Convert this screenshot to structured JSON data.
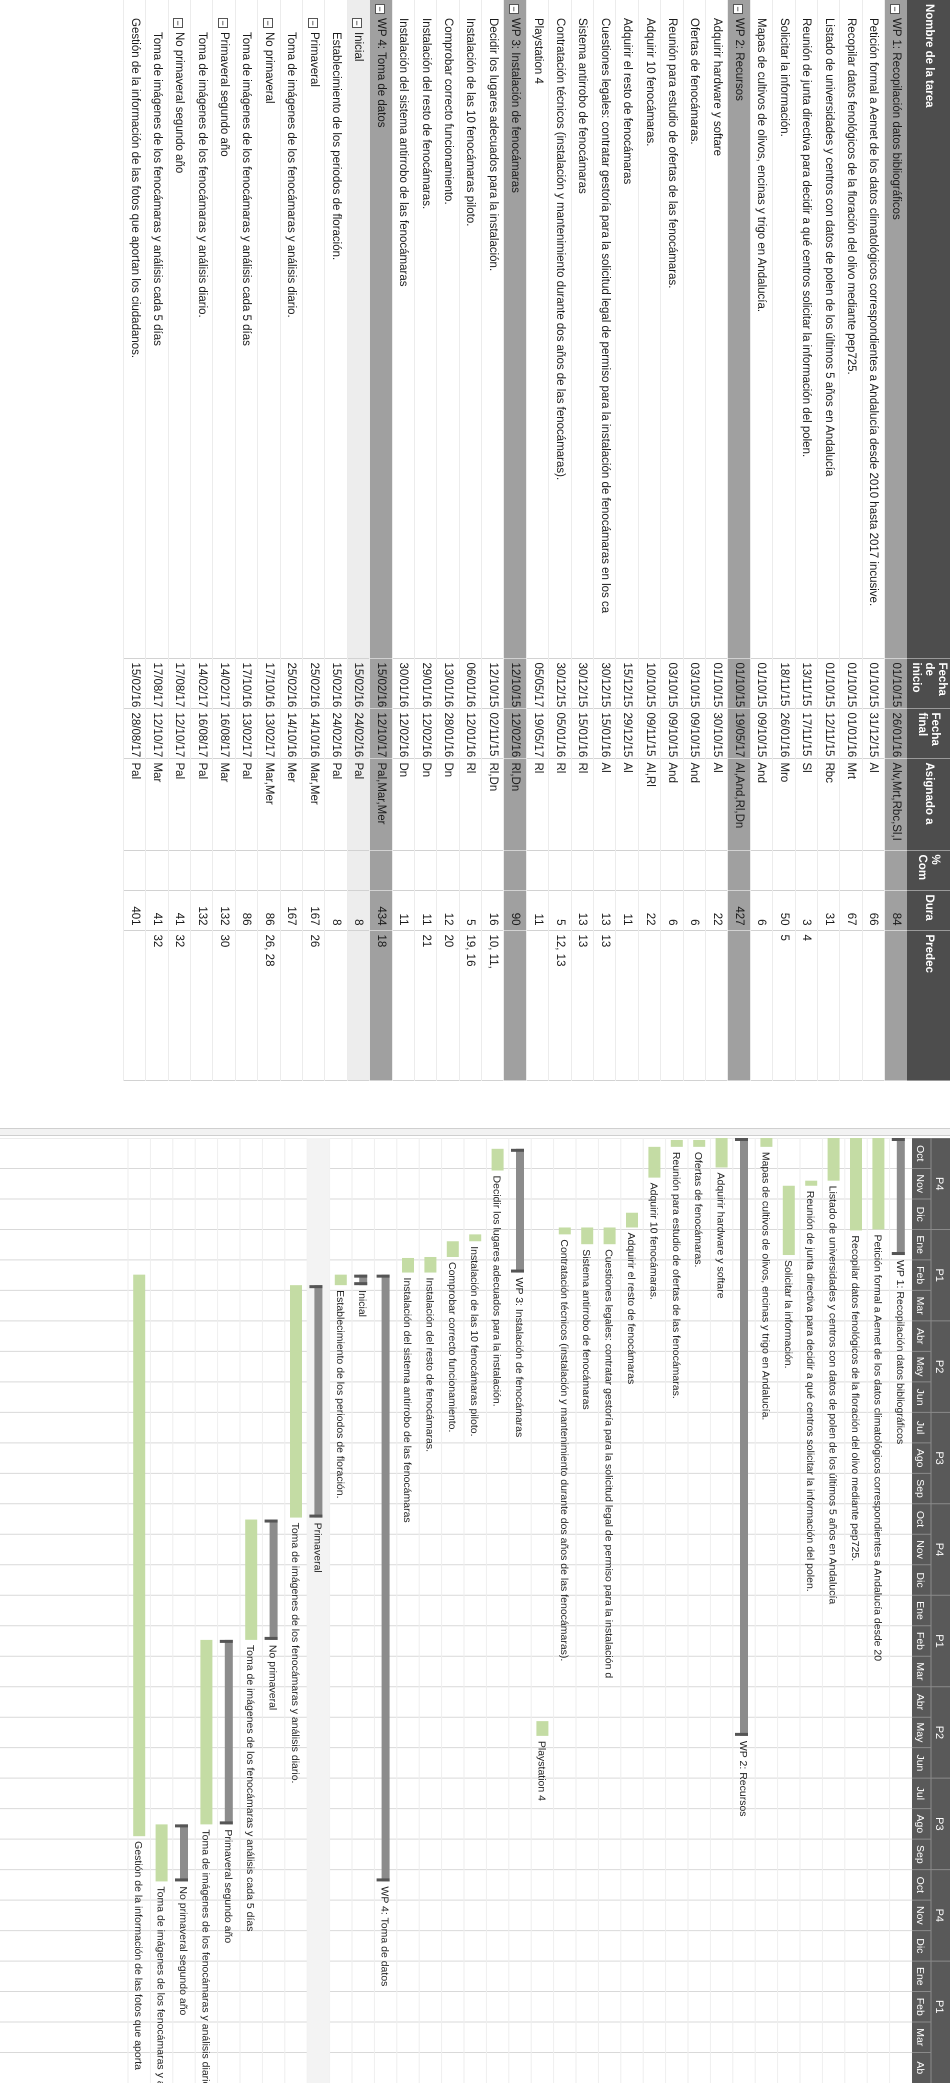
{
  "table": {
    "headers": {
      "name": "Nombre de la tarea",
      "start": "Fecha de inicio",
      "end": "Fecha final",
      "assigned": "Asignado a",
      "complete": "% Com",
      "duration": "Dura",
      "pred": "Predec"
    },
    "rows": [
      {
        "name": "WP 1: Recopilación datos bibliográficos",
        "level": 0,
        "toggle": "−",
        "kind": "wp",
        "start": "01/10/15",
        "end": "26/01/16",
        "assigned": "Alv,Mrt,Rbc,Sl,I",
        "complete": "",
        "duration": "84",
        "pred": ""
      },
      {
        "name": "Petición formal a Aemet de los datos climatológicos correspondientes a Andalucía desde 2010 hasta 2017 incusive.",
        "level": 1,
        "toggle": "",
        "kind": "task",
        "start": "01/10/15",
        "end": "31/12/15",
        "assigned": "Al",
        "complete": "",
        "duration": "66",
        "pred": ""
      },
      {
        "name": "Recopilar datos fenológicos de la floración del olivo mediante pep725.",
        "level": 1,
        "toggle": "",
        "kind": "task",
        "start": "01/10/15",
        "end": "01/01/16",
        "assigned": "Mrt",
        "complete": "",
        "duration": "67",
        "pred": ""
      },
      {
        "name": "Listado de universidades y centros con datos de polen de los últimos 5 años en Andalucía",
        "level": 1,
        "toggle": "",
        "kind": "task",
        "start": "01/10/15",
        "end": "12/11/15",
        "assigned": "Rbc",
        "complete": "",
        "duration": "31",
        "pred": ""
      },
      {
        "name": "Reunión de junta directiva para decidir a qué centros solicitar la información del polen.",
        "level": 1,
        "toggle": "",
        "kind": "task",
        "start": "13/11/15",
        "end": "17/11/15",
        "assigned": "Sl",
        "complete": "",
        "duration": "3",
        "pred": "4"
      },
      {
        "name": "Solicitar la información.",
        "level": 1,
        "toggle": "",
        "kind": "task",
        "start": "18/11/15",
        "end": "26/01/16",
        "assigned": "Mro",
        "complete": "",
        "duration": "50",
        "pred": "5"
      },
      {
        "name": "Mapas de cultivos de olivos, encinas y trigo en Andalucía.",
        "level": 1,
        "toggle": "",
        "kind": "task",
        "start": "01/10/15",
        "end": "09/10/15",
        "assigned": "And",
        "complete": "",
        "duration": "6",
        "pred": ""
      },
      {
        "name": "WP 2: Recursos",
        "level": 0,
        "toggle": "−",
        "kind": "wp",
        "start": "01/10/15",
        "end": "19/05/17",
        "assigned": "Al,And,Rl,Dn",
        "complete": "",
        "duration": "427",
        "pred": ""
      },
      {
        "name": "Adquirir hardware y softare",
        "level": 1,
        "toggle": "",
        "kind": "task",
        "start": "01/10/15",
        "end": "30/10/15",
        "assigned": "Al",
        "complete": "",
        "duration": "22",
        "pred": ""
      },
      {
        "name": "Ofertas de fenocámaras.",
        "level": 1,
        "toggle": "",
        "kind": "task",
        "start": "03/10/15",
        "end": "09/10/15",
        "assigned": "And",
        "complete": "",
        "duration": "6",
        "pred": ""
      },
      {
        "name": "Reunión para estudio de ofertas de las fenocámaras.",
        "level": 1,
        "toggle": "",
        "kind": "task",
        "start": "03/10/15",
        "end": "09/10/15",
        "assigned": "And",
        "complete": "",
        "duration": "6",
        "pred": ""
      },
      {
        "name": "Adquirir 10 fenocámaras.",
        "level": 1,
        "toggle": "",
        "kind": "task",
        "start": "10/10/15",
        "end": "09/11/15",
        "assigned": "Al,Rl",
        "complete": "",
        "duration": "22",
        "pred": ""
      },
      {
        "name": "Adquirir el resto de fenocámaras",
        "level": 1,
        "toggle": "",
        "kind": "task",
        "start": "15/12/15",
        "end": "29/12/15",
        "assigned": "Al",
        "complete": "",
        "duration": "11",
        "pred": ""
      },
      {
        "name": "Cuestiones legales: contratar gestoría para la solicitud legal de permiso para la instalación de fenocámaras en los ca",
        "level": 1,
        "toggle": "",
        "kind": "task",
        "start": "30/12/15",
        "end": "15/01/16",
        "assigned": "Al",
        "complete": "",
        "duration": "13",
        "pred": "13"
      },
      {
        "name": "Sistema antirrobo de fenocámaras",
        "level": 1,
        "toggle": "",
        "kind": "task",
        "start": "30/12/15",
        "end": "15/01/16",
        "assigned": "Rl",
        "complete": "",
        "duration": "13",
        "pred": "13"
      },
      {
        "name": "Contratación técnicos (instalación y mantenimiento durante dos años de las fenocámaras).",
        "level": 1,
        "toggle": "",
        "kind": "task",
        "start": "30/12/15",
        "end": "05/01/16",
        "assigned": "Rl",
        "complete": "",
        "duration": "5",
        "pred": "12, 13"
      },
      {
        "name": "Playstation 4",
        "level": 1,
        "toggle": "",
        "kind": "task",
        "start": "05/05/17",
        "end": "19/05/17",
        "assigned": "Rl",
        "complete": "",
        "duration": "11",
        "pred": ""
      },
      {
        "name": "WP 3: Instalación de fenocámaras",
        "level": 0,
        "toggle": "−",
        "kind": "wp",
        "start": "12/10/15",
        "end": "12/02/16",
        "assigned": "Rl,Dn",
        "complete": "",
        "duration": "90",
        "pred": ""
      },
      {
        "name": "Decidir los lugares adecuados para la instalación.",
        "level": 1,
        "toggle": "",
        "kind": "task",
        "start": "12/10/15",
        "end": "02/11/15",
        "assigned": "Rl,Dn",
        "complete": "",
        "duration": "16",
        "pred": "10, 11,"
      },
      {
        "name": "Instalación de las 10 fenocámaras piloto.",
        "level": 1,
        "toggle": "",
        "kind": "task",
        "start": "06/01/16",
        "end": "12/01/16",
        "assigned": "Rl",
        "complete": "",
        "duration": "5",
        "pred": "19, 16"
      },
      {
        "name": "Comprobar correcto funcionamiento.",
        "level": 1,
        "toggle": "",
        "kind": "task",
        "start": "13/01/16",
        "end": "28/01/16",
        "assigned": "Dn",
        "complete": "",
        "duration": "12",
        "pred": "20"
      },
      {
        "name": "Instalación del resto de fenocámaras.",
        "level": 1,
        "toggle": "",
        "kind": "task",
        "start": "29/01/16",
        "end": "12/02/16",
        "assigned": "Dn",
        "complete": "",
        "duration": "11",
        "pred": "21"
      },
      {
        "name": "Instalación del sistema antirrobo de las fenocámaras",
        "level": 1,
        "toggle": "",
        "kind": "task",
        "start": "30/01/16",
        "end": "12/02/16",
        "assigned": "Dn",
        "complete": "",
        "duration": "11",
        "pred": ""
      },
      {
        "name": "WP 4: Toma de datos",
        "level": 0,
        "toggle": "−",
        "kind": "wp",
        "start": "15/02/16",
        "end": "12/10/17",
        "assigned": "Pal,Mar,Mer",
        "complete": "",
        "duration": "434",
        "pred": "18"
      },
      {
        "name": "Inicial",
        "level": 1,
        "toggle": "−",
        "kind": "sub",
        "start": "15/02/16",
        "end": "24/02/16",
        "assigned": "Pal",
        "complete": "",
        "duration": "8",
        "pred": ""
      },
      {
        "name": "Establecimiento de los periodos de floración.",
        "level": 2,
        "toggle": "",
        "kind": "task",
        "start": "15/02/16",
        "end": "24/02/16",
        "assigned": "Pal",
        "complete": "",
        "duration": "8",
        "pred": ""
      },
      {
        "name": "Primaveral",
        "level": 1,
        "toggle": "−",
        "kind": "sel",
        "start": "25/02/16",
        "end": "14/10/16",
        "assigned": "Mar,Mer",
        "complete": "",
        "duration": "167",
        "pred": "26"
      },
      {
        "name": "Toma de imágenes de los fenocámaras y análisis diario.",
        "level": 2,
        "toggle": "",
        "kind": "task",
        "start": "25/02/16",
        "end": "14/10/16",
        "assigned": "Mer",
        "complete": "",
        "duration": "167",
        "pred": ""
      },
      {
        "name": "No primaveral",
        "level": 1,
        "toggle": "−",
        "kind": "task",
        "start": "17/10/16",
        "end": "13/02/17",
        "assigned": "Mar,Mer",
        "complete": "",
        "duration": "86",
        "pred": "26, 28"
      },
      {
        "name": "Toma de imágenes de los fenocámaras y análisis cada 5 días",
        "level": 2,
        "toggle": "",
        "kind": "task",
        "start": "17/10/16",
        "end": "13/02/17",
        "assigned": "Pal",
        "complete": "",
        "duration": "86",
        "pred": ""
      },
      {
        "name": "Primaveral segundo año",
        "level": 1,
        "toggle": "−",
        "kind": "task",
        "start": "14/02/17",
        "end": "16/08/17",
        "assigned": "Mar",
        "complete": "",
        "duration": "132",
        "pred": "30"
      },
      {
        "name": "Toma de imágenes de los fenocámaras y análisis diario.",
        "level": 2,
        "toggle": "",
        "kind": "task",
        "start": "14/02/17",
        "end": "16/08/17",
        "assigned": "Pal",
        "complete": "",
        "duration": "132",
        "pred": ""
      },
      {
        "name": "No primaveral segundo año",
        "level": 1,
        "toggle": "−",
        "kind": "task",
        "start": "17/08/17",
        "end": "12/10/17",
        "assigned": "Pal",
        "complete": "",
        "duration": "41",
        "pred": "32"
      },
      {
        "name": "Toma de imágenes de los fenocámaras y análisis cada 5 días",
        "level": 2,
        "toggle": "",
        "kind": "task",
        "start": "17/08/17",
        "end": "12/10/17",
        "assigned": "Mar",
        "complete": "",
        "duration": "41",
        "pred": "32"
      },
      {
        "name": "Gestión de la información de las fotos que aportan los ciudadanos.",
        "level": 1,
        "toggle": "",
        "kind": "task",
        "start": "15/02/16",
        "end": "28/08/17",
        "assigned": "Pal",
        "complete": "",
        "duration": "401",
        "pred": ""
      }
    ]
  },
  "chart_data": {
    "type": "gantt",
    "colors": {
      "task": "#c4dca4",
      "summary": "#8c8c8c",
      "grid": "#d9d9d9",
      "header": "#595959",
      "header_text": "#ffffff"
    },
    "quarters": [
      "P4",
      "P1",
      "P2",
      "P3",
      "P4",
      "P1",
      "P2",
      "P3",
      "P4",
      "P1"
    ],
    "months": [
      "Oct",
      "Nov",
      "Dic",
      "Ene",
      "Feb",
      "Mar",
      "Abr",
      "May",
      "Jun",
      "Jul",
      "Ago",
      "Sep",
      "Oct",
      "Nov",
      "Dic",
      "Ene",
      "Feb",
      "Mar",
      "Abr",
      "May",
      "Jun",
      "Jul",
      "Ago",
      "Sep",
      "Oct",
      "Nov",
      "Dic",
      "Ene",
      "Feb",
      "Mar",
      "Ab"
    ],
    "bar_labels": [
      "WP 1: Recopilación datos bibliográficos",
      "Petición formal a Aemet de los datos climatológicos correspondientes a Andalucía desde 20",
      "Recopilar datos fenológicos de la floración del olivo mediante pep725.",
      "Listado de universidades y centros con datos de polen de los últimos 5 años en Andalucía",
      "Reunión de junta directiva para decidir a qué centros solicitar la información del polen.",
      "Solicitar la información.",
      "Mapas de cultivos de olivos, encinas y trigo en Andalucía.",
      "WP 2: Recursos",
      "Adquirir hardware y softare",
      "Ofertas de fenocámaras.",
      "Reunión para estudio de ofertas de las fenocámaras.",
      "Adquirir 10 fenocámaras.",
      "Adquirir el resto de fenocámaras",
      "Cuestiones legales: contratar gestoría para la solicitud legal de permiso para la instalación d",
      "Sistema antirrobo de fenocámaras",
      "Contratación técnicos (instalación y mantenimiento durante dos años de las fenocámaras).",
      "Playstation 4",
      "WP 3: Instalación de fenocámaras",
      "Decidir los lugares adecuados para la instalación.",
      "Instalación de las 10 fenocámaras piloto.",
      "Comprobar correcto funcionamiento.",
      "Instalación del resto de fenocámaras.",
      "Instalación del sistema antirrobo de las fenocámaras",
      "WP 4: Toma de datos",
      "Inicial",
      "Establecimiento de los periodos de floración.",
      "Primaveral",
      "Toma de imágenes de los fenocámaras y análisis diario.",
      "No primaveral",
      "Toma de imágenes de los fenocámaras y análisis cada 5 días",
      "Primaveral segundo año",
      "Toma de imágenes de los fenocámaras y análisis diario.",
      "No primaveral segundo año",
      "Toma de imágenes de los fenocámaras y análisis di",
      "Gestión de la información de las fotos que aporta"
    ]
  }
}
